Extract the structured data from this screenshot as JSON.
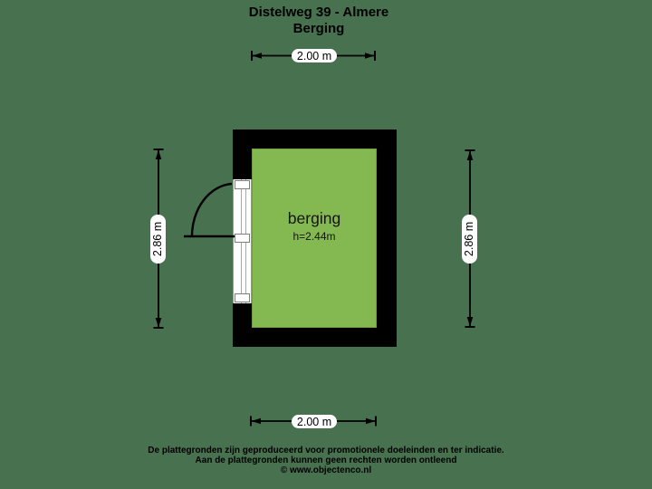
{
  "page": {
    "title_line1": "Distelweg 39 - Almere",
    "title_line2": "Berging"
  },
  "plan": {
    "room": {
      "label": "berging",
      "ceiling_height": "h=2.44m"
    },
    "dimensions": {
      "top": "2.00 m",
      "bottom": "2.00 m",
      "left": "2.86 m",
      "right": "2.86 m"
    }
  },
  "footer": {
    "line1": "De plattegronden zijn geproduceerd voor promotionele doeleinden en ter indicatie.",
    "line2": "Aan de plattegronden kunnen geen rechten worden ontleend",
    "line3": "© www.objectenco.nl"
  },
  "colors": {
    "background": "#48714F",
    "room_fill": "#84B850",
    "wall": "#000000",
    "dimension_pill": "#FFFFFF",
    "text": "#000000"
  }
}
